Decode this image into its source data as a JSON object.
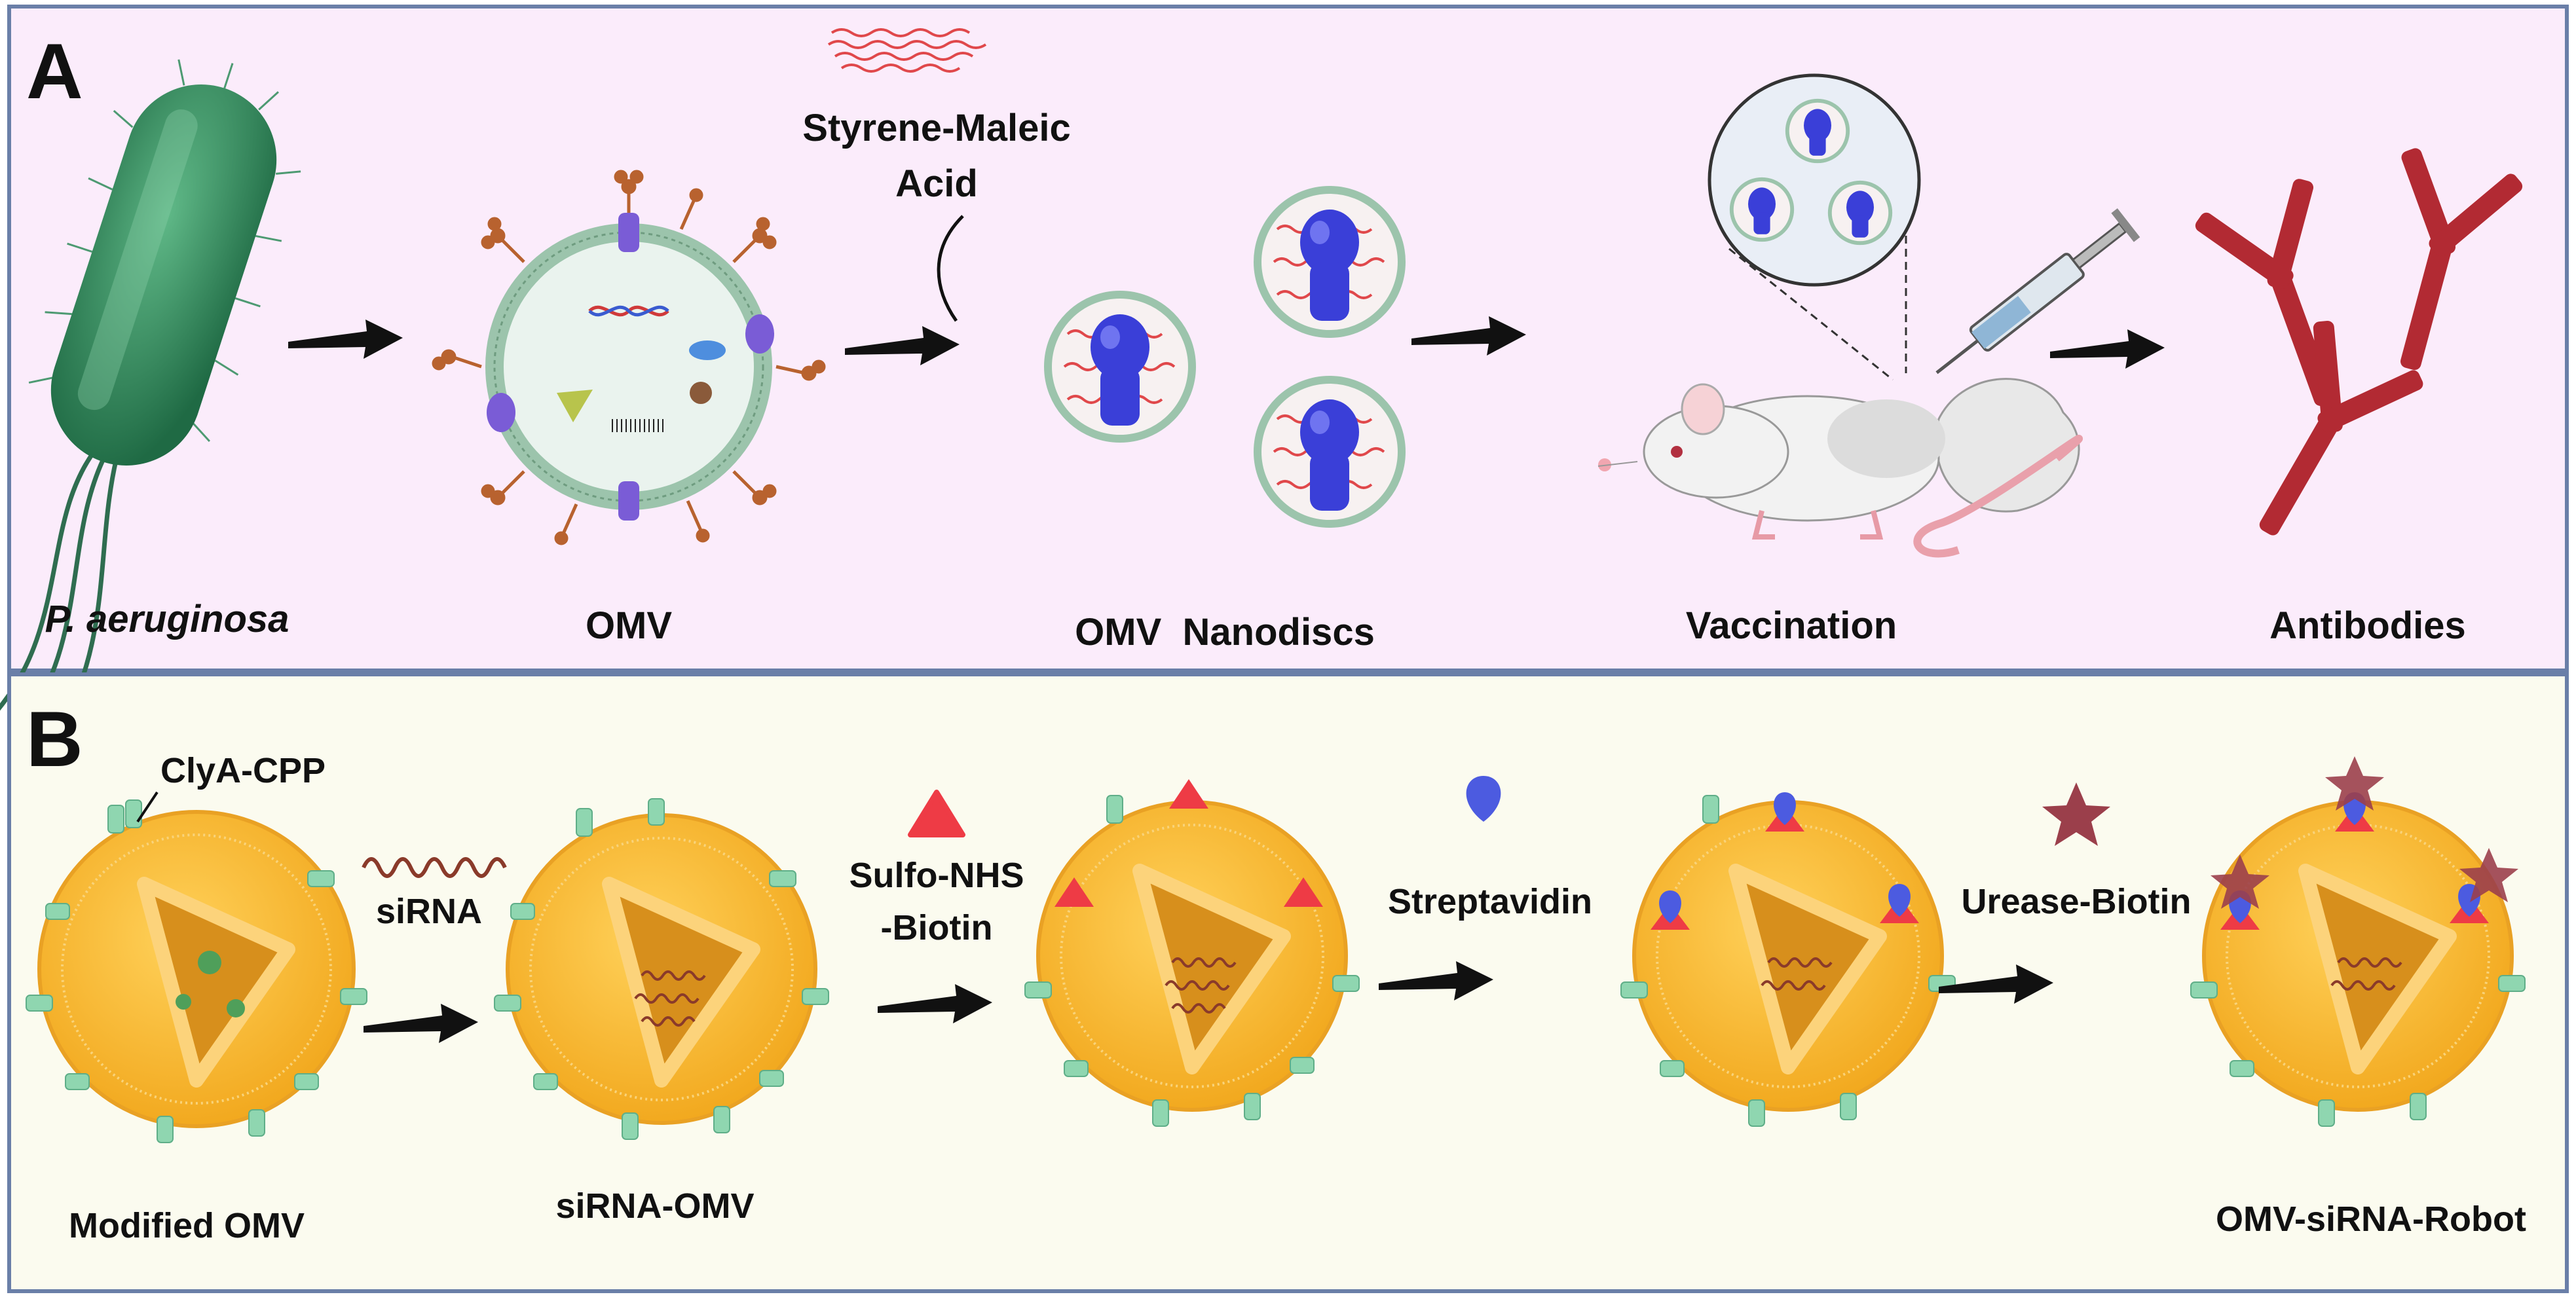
{
  "colors": {
    "panel_a_bg": "#fbecfb",
    "panel_b_bg": "#fbfbef",
    "panel_border": "#6a7fa8",
    "arrow": "#111111",
    "bacterium": "#2f8a5c",
    "membrane": "#9cc4ac",
    "nanodisc_protein": "#3a3fd8",
    "polymer": "#e0484b",
    "antibody": "#b22a33",
    "omv_orange": "#f7b733",
    "cpp_green": "#8fd6b0",
    "sirna": "#8a3a2a",
    "biotin": "#ee3b45",
    "streptavidin": "#4c5be0",
    "urease": "#9b3f4b"
  },
  "panel_a": {
    "letter": "A",
    "reagent_line1": "Styrene-Maleic",
    "reagent_line2": "Acid",
    "stages": [
      {
        "label": "P. aeruginosa",
        "italic": true,
        "icon": "bacterium-icon"
      },
      {
        "label": "OMV",
        "icon": "omv-icon"
      },
      {
        "label": "OMV  Nanodiscs",
        "icon": "nanodisc-icon"
      },
      {
        "label": "Vaccination",
        "icon": "mouse-syringe-icon"
      },
      {
        "label": "Antibodies",
        "icon": "antibody-icon"
      }
    ]
  },
  "panel_b": {
    "letter": "B",
    "clya_label": "ClyA-CPP",
    "reagents": [
      {
        "label": "siRNA",
        "icon": "sirna-wave-icon"
      },
      {
        "label_line1": "Sulfo-NHS",
        "label_line2": "-Biotin",
        "icon": "red-triangle-icon"
      },
      {
        "label": "Streptavidin",
        "icon": "blue-drop-icon"
      },
      {
        "label": "Urease-Biotin",
        "icon": "red-star-icon"
      }
    ],
    "stages": [
      {
        "label": "Modified OMV"
      },
      {
        "label": "siRNA-OMV"
      },
      {
        "label": ""
      },
      {
        "label": ""
      },
      {
        "label": "OMV-siRNA-Robot"
      }
    ]
  }
}
